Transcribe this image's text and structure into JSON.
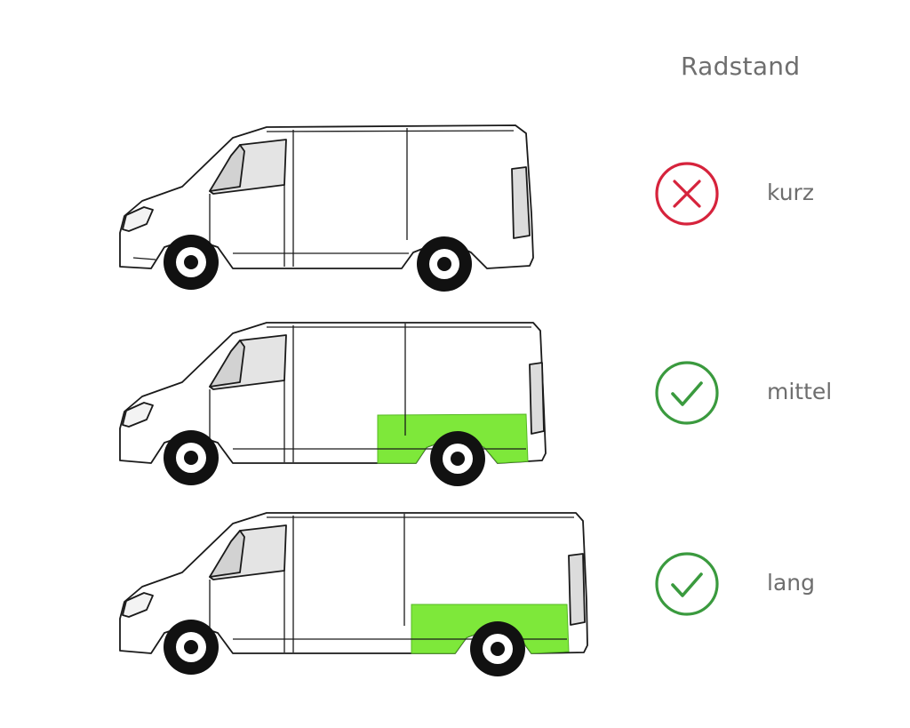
{
  "title": "Radstand",
  "colors": {
    "highlight": "#7ee83a",
    "negative": "#d6233c",
    "positive": "#3a9a3e",
    "outline": "#1a1a1a",
    "label_text": "#6e6e6e"
  },
  "rows": [
    {
      "label": "kurz",
      "status": "negative",
      "status_icon": "x-circle-icon",
      "highlight": "none"
    },
    {
      "label": "mittel",
      "status": "positive",
      "status_icon": "check-circle-icon",
      "highlight": "rear-lower-panel"
    },
    {
      "label": "lang",
      "status": "positive",
      "status_icon": "check-circle-icon",
      "highlight": "rear-lower-panel"
    }
  ]
}
